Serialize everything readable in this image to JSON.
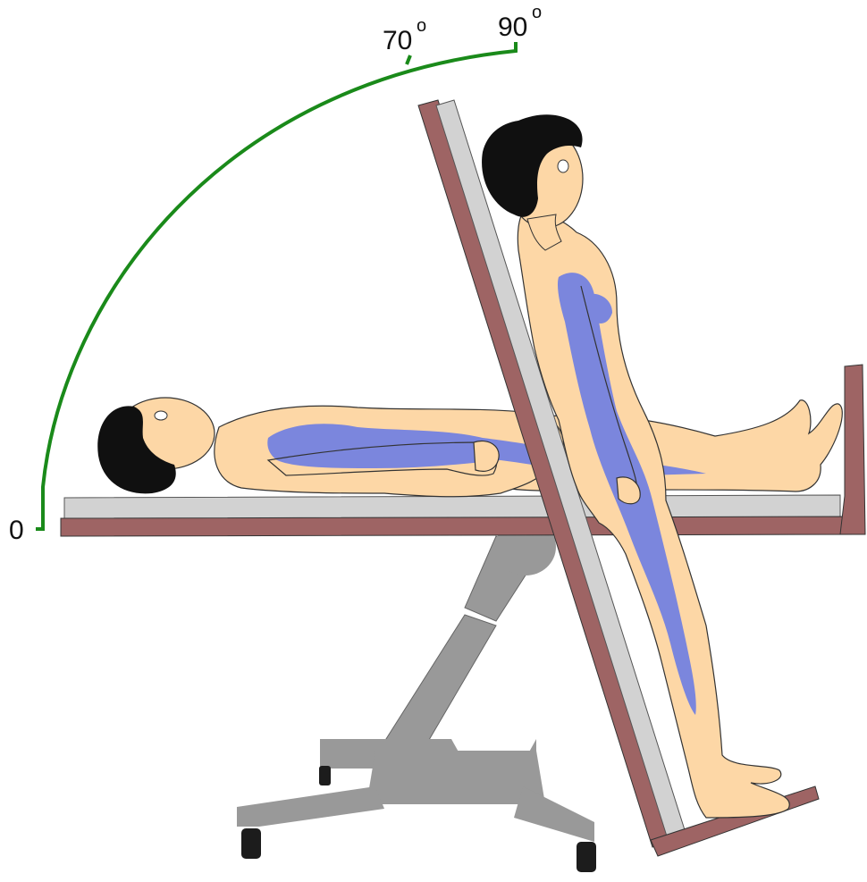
{
  "angle_scale": {
    "labels": {
      "zero": "0",
      "seventy": "70",
      "ninety": "90"
    },
    "degree_symbol": "o",
    "arc_color": "#1a8a1a"
  },
  "table": {
    "frame_color": "#9e6464",
    "surface_color": "#d2d2d2",
    "base_color": "#999999",
    "wheel_color": "#1c1c1c"
  },
  "patient": {
    "skin_color": "#fdd7a6",
    "blood_pooling_color": "#7b86dd",
    "hair_color": "#101010",
    "positions": [
      "supine",
      "upright"
    ]
  }
}
